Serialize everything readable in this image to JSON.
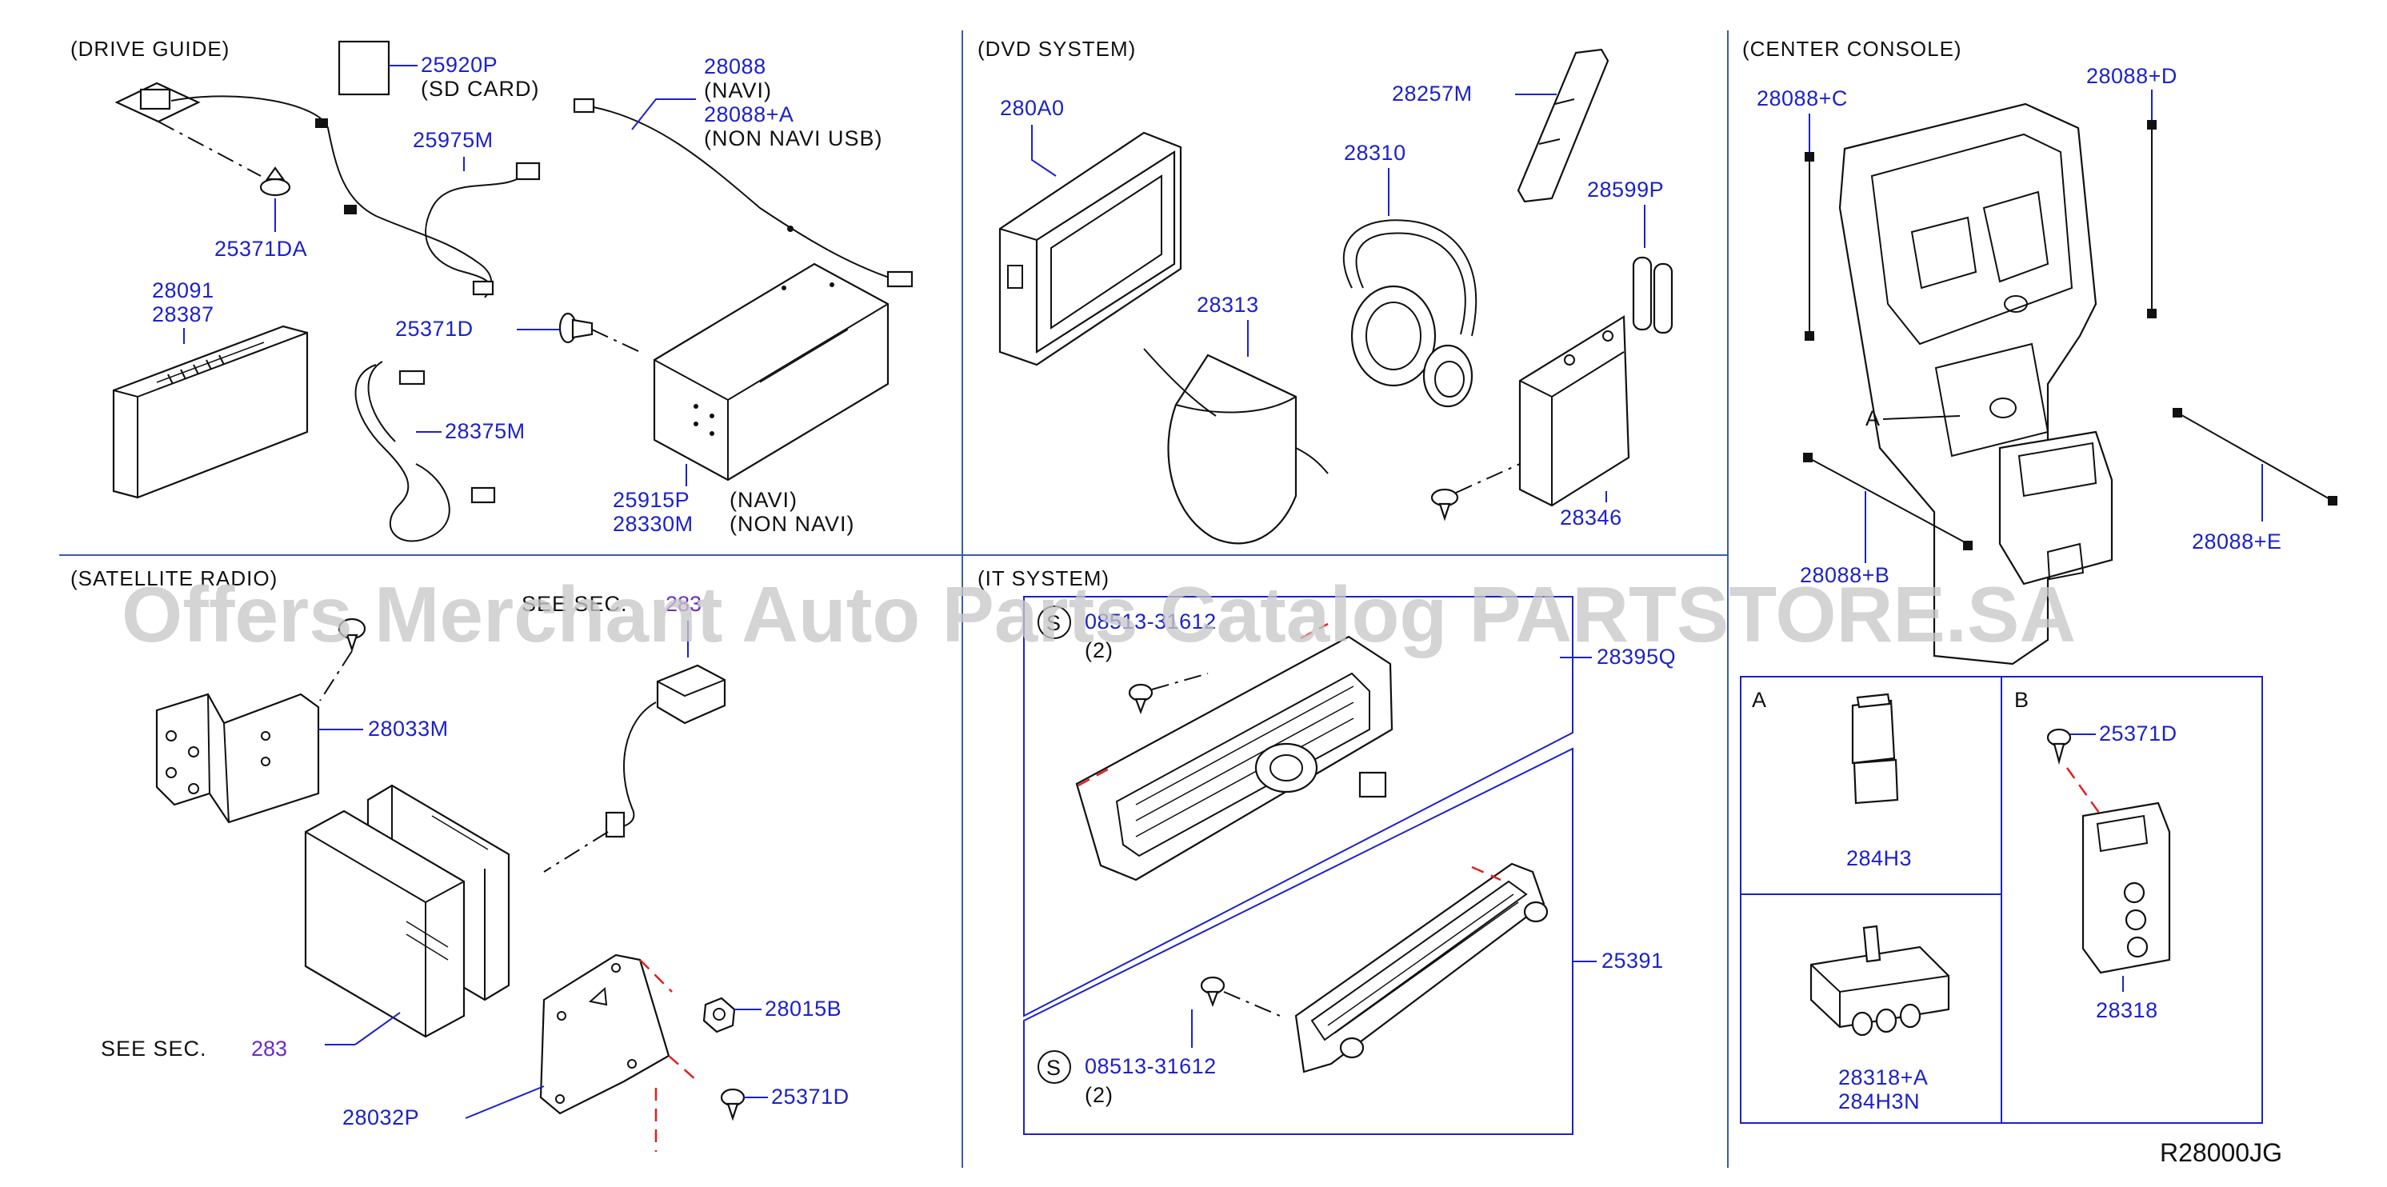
{
  "watermark": "Offers Merchant Auto Parts Catalog PARTSTORE.SA",
  "diagram_code": "R28000JG",
  "sections": {
    "drive_guide": {
      "title": "(DRIVE   GUIDE)",
      "sd_card_part": "25920P",
      "sd_card_note": "(SD   CARD)",
      "usb_part_1": "28088",
      "usb_note_1": "(NAVI)",
      "usb_part_2": "28088+A",
      "usb_note_2": "(NON   NAVI   USB)",
      "cable_part": "25975M",
      "antenna_part": "25371DA",
      "display_part_1": "28091",
      "display_part_2": "28387",
      "clip_part": "25371D",
      "harness_part": "28375M",
      "unit_part_1": "25915P",
      "unit_note_1": "(NAVI)",
      "unit_part_2": "28330M",
      "unit_note_2": "(NON   NAVI)"
    },
    "dvd_system": {
      "title": "(DVD   SYSTEM)",
      "player_part": "280A0",
      "remote_part": "28257M",
      "headphone_part": "28310",
      "battery_part": "28599P",
      "bag_part": "28313",
      "module_part": "28346"
    },
    "center_console": {
      "title": "(CENTER   CONSOLE)",
      "harness_c": "28088+C",
      "harness_d": "28088+D",
      "harness_b": "28088+B",
      "harness_e": "28088+E",
      "callout_a": "A",
      "box_a_label": "A",
      "box_a_part": "284H3",
      "box_b_label": "B",
      "box_b_clip": "25371D",
      "box_b_part": "28318",
      "box_c_part_1": "28318+A",
      "box_c_part_2": "284H3N"
    },
    "satellite_radio": {
      "title": "(SATELLITE   RADIO)",
      "see_sec_top": "SEE   SEC.",
      "see_sec_top_num": "283",
      "bracket_part": "28033M",
      "nut_part": "28015B",
      "tuner_part": "28032P",
      "clip_part": "25371D",
      "see_sec_bottom": "SEE   SEC.",
      "see_sec_bottom_num": "283"
    },
    "it_system": {
      "title": "(IT   SYSTEM)",
      "screw_symbol_1": "S",
      "screw_part_1": "08513-31612",
      "screw_qty_1": "(2)",
      "panel_part": "28395Q",
      "finisher_part": "25391",
      "screw_symbol_2": "S",
      "screw_part_2": "08513-31612",
      "screw_qty_2": "(2)"
    }
  }
}
